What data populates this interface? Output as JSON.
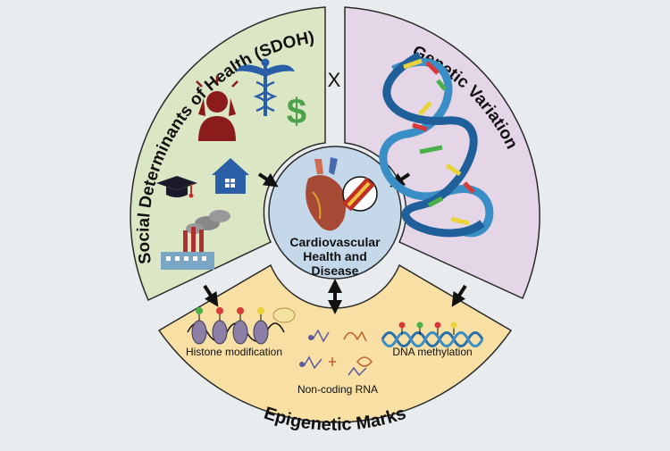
{
  "diagram": {
    "sdoh_label": "Social Determinants of Health (SDOH)",
    "genetic_label": "Genetic Variation",
    "interaction_symbol": "X",
    "center_label": [
      "Cardiovascular",
      "Health and",
      "Disease"
    ],
    "epigenetic_label": "Epigenetic Marks",
    "histone_label": "Histone modification",
    "dna_methylation_label": "DNA methylation",
    "noncoding_label": "Non-coding RNA"
  },
  "colors": {
    "sdoh_fill": "#dbe6c4",
    "genetic_fill": "#e4d6e6",
    "epigenetic_fill": "#f8dfa3",
    "center_fill": "#c4d8ea",
    "stroke": "#2a2a2a"
  },
  "icons": [
    "stressed-person-icon",
    "caduceus-icon",
    "dollar-icon",
    "graduation-cap-icon",
    "house-icon",
    "factory-icon",
    "heart-icon",
    "artery-icon",
    "dna-helix-icon",
    "nucleosome-icon",
    "methylated-dna-icon",
    "rna-icon"
  ]
}
